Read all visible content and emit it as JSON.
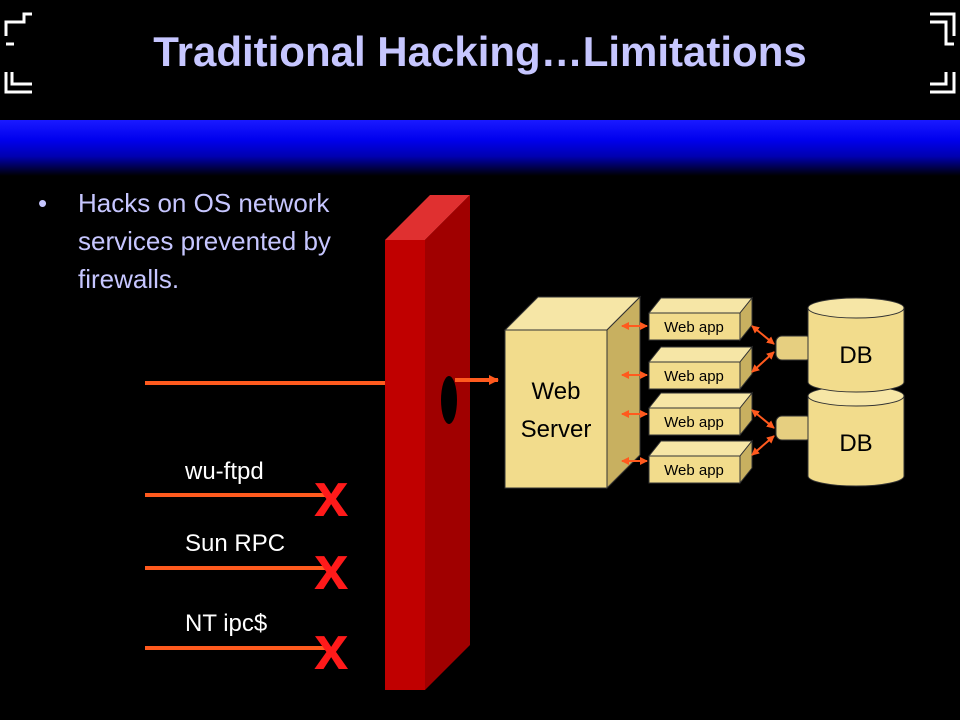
{
  "slide": {
    "title": "Traditional Hacking…Limitations",
    "bullet": "Hacks on OS network services prevented by firewalls."
  },
  "diagram": {
    "web_server_label": [
      "Web",
      "Server"
    ],
    "web_apps": [
      "Web app",
      "Web app",
      "Web app",
      "Web app"
    ],
    "databases": [
      "DB",
      "DB"
    ],
    "blocked_services": [
      "wu-ftpd",
      "Sun RPC",
      "NT ipc$"
    ],
    "block_mark": "x",
    "colors": {
      "background": "#000000",
      "title": "#c6c6ff",
      "firewall": "#c00000",
      "arrow": "#ff5a1e",
      "block_mark": "#ff1a1a",
      "server": "#f2dc8c"
    }
  }
}
